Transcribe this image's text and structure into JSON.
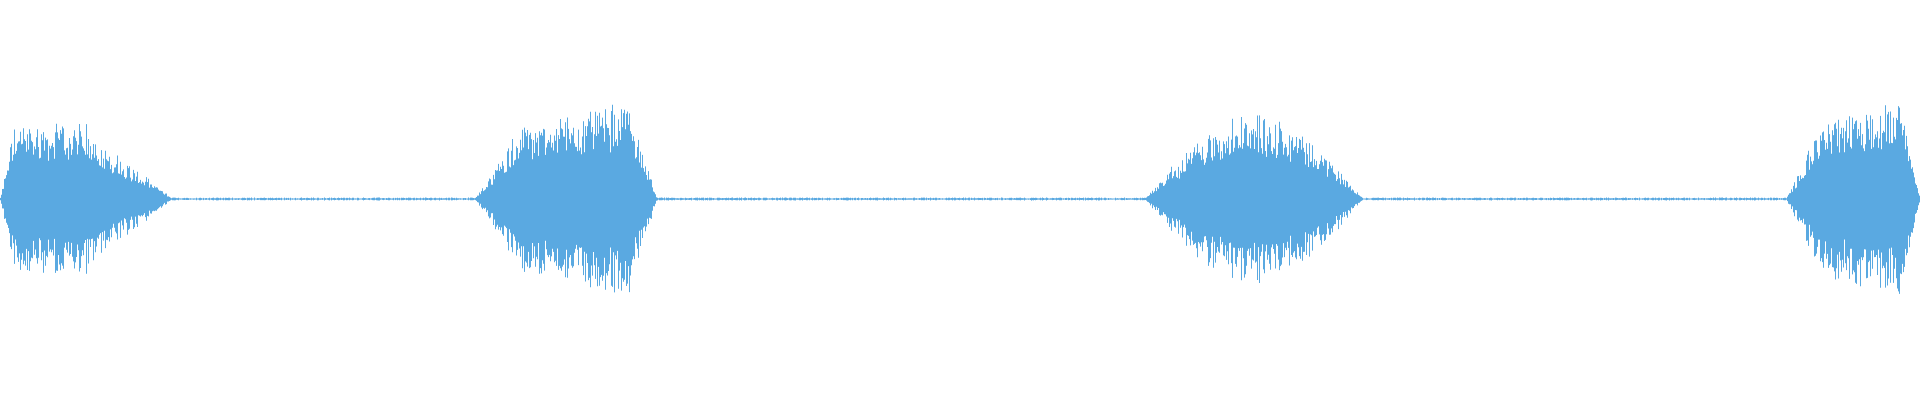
{
  "waveform": {
    "color": "#5aa9e1",
    "background": "#ffffff",
    "baseline_amplitude": 0.012,
    "segments": [
      {
        "start": 0.0,
        "end": 0.09,
        "peak": 0.78,
        "shape": "decay"
      },
      {
        "start": 0.247,
        "end": 0.342,
        "peak": 1.0,
        "shape": "swell"
      },
      {
        "start": 0.596,
        "end": 0.71,
        "peak": 0.88,
        "shape": "dome"
      },
      {
        "start": 0.93,
        "end": 1.0,
        "peak": 1.0,
        "shape": "swell"
      }
    ]
  }
}
